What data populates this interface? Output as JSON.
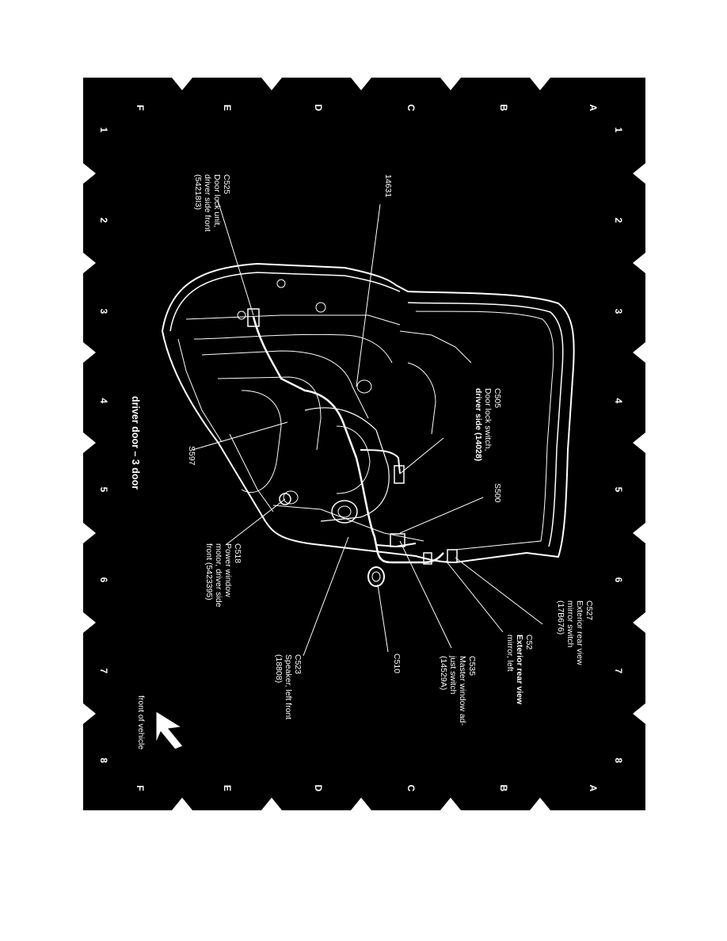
{
  "diagram": {
    "title": "driver door – 3 door",
    "direction_label": "front of vehicle",
    "row_letters": [
      "A",
      "B",
      "C",
      "D",
      "E",
      "F"
    ],
    "column_numbers": [
      "1",
      "2",
      "3",
      "4",
      "5",
      "6",
      "7",
      "8"
    ],
    "callouts": [
      {
        "id": "c525",
        "lines": [
          "C525",
          "Door lock unit,",
          "driver side front",
          "(54218I3)"
        ]
      },
      {
        "id": "p14631",
        "lines": [
          "14631"
        ]
      },
      {
        "id": "c505",
        "lines": [
          "C505",
          "Door lock switch,",
          "driver side (14028)"
        ]
      },
      {
        "id": "s597",
        "lines": [
          "S597"
        ]
      },
      {
        "id": "s500",
        "lines": [
          "S500"
        ]
      },
      {
        "id": "c518",
        "lines": [
          "C518",
          "Power window",
          "motor, driver side",
          "front (5423395)"
        ]
      },
      {
        "id": "c527",
        "lines": [
          "C527",
          "Exterior rear view",
          "mirror switch",
          "(17B676)"
        ]
      },
      {
        "id": "c52",
        "lines": [
          "C52",
          "Exterior rear view",
          "mirror, left"
        ]
      },
      {
        "id": "c535",
        "lines": [
          "C535",
          "Master window ad-",
          "just switch",
          "(14529A)"
        ]
      },
      {
        "id": "c510",
        "lines": [
          "C510"
        ]
      },
      {
        "id": "c523",
        "lines": [
          "C523",
          "Speaker, left front",
          "(18808)"
        ]
      }
    ]
  }
}
